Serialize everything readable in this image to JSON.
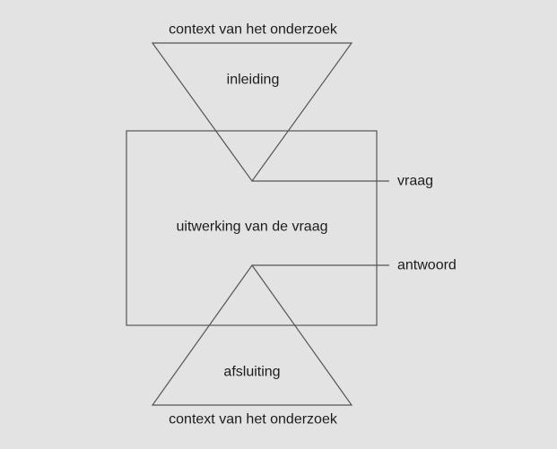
{
  "diagram": {
    "title": "context van het onderzoek",
    "background_color": "#e3e3e3",
    "stroke_color": "#555555",
    "text_color": "#1c1c1c",
    "top_caption": "context van het onderzoek",
    "bottom_caption": "context van het onderzoek",
    "shapes": {
      "top_triangle_label": "inleiding",
      "middle_rect_label": "uitwerking van de vraag",
      "bottom_triangle_label": "afsluiting"
    },
    "callouts": {
      "vraag": "vraag",
      "antwoord": "antwoord"
    }
  }
}
